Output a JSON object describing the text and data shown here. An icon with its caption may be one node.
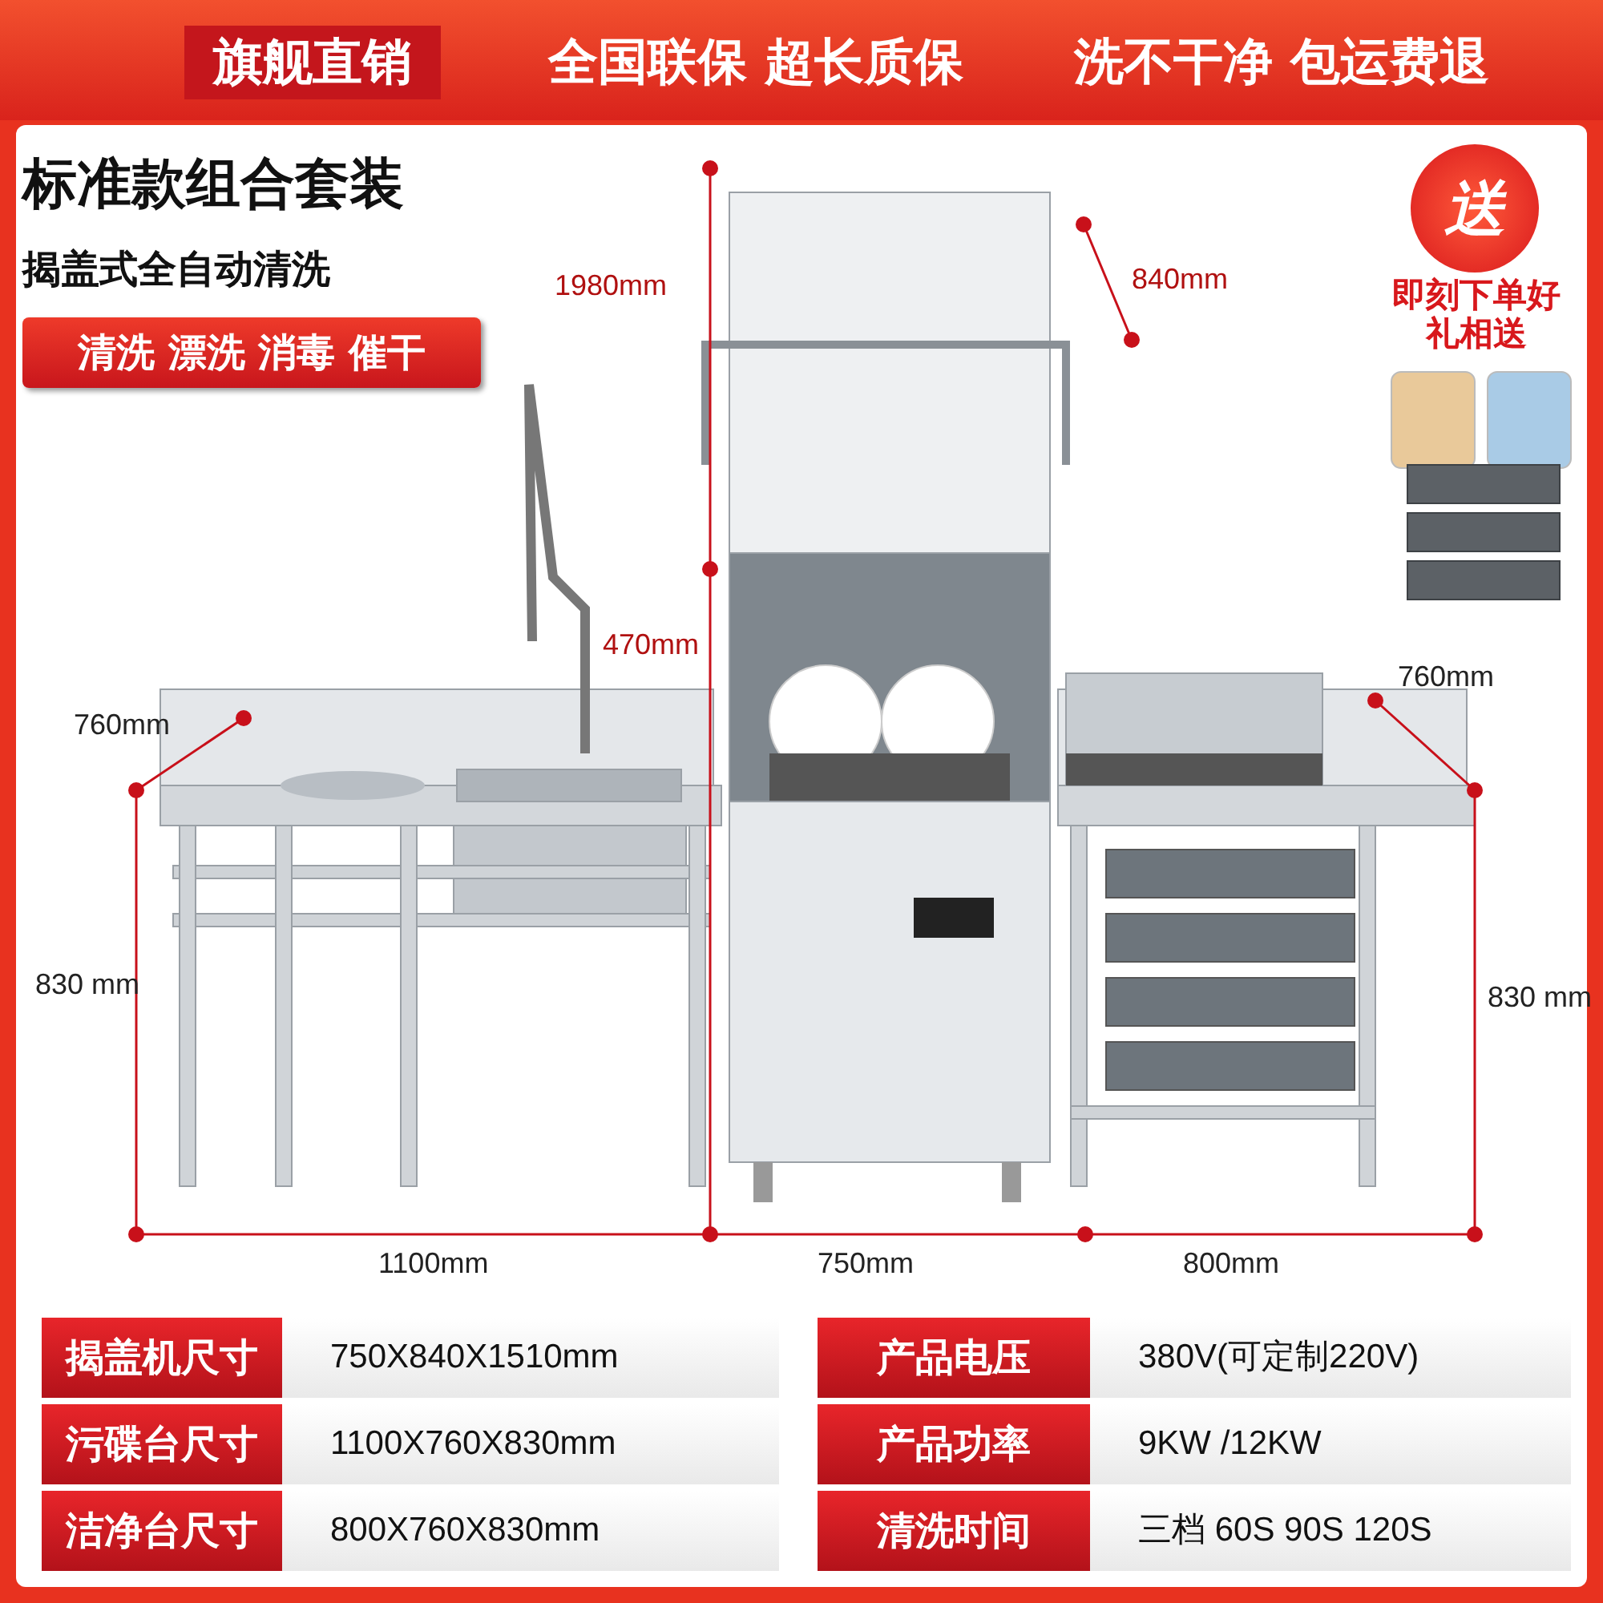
{
  "diagram": {
    "nodes": [
      {
        "text": [
          "旗舰直销",
          "全国联保 超长质保",
          "洗不干净 包运费退"
        ]
      },
      {
        "text": [
          "清洗 漂洗 消毒 催干"
        ]
      },
      {
        "text": [
          "送"
        ]
      }
    ],
    "labels": [
      "标准款组合套装",
      "揭盖式全自动清洗",
      "1980mm",
      "840mm",
      "470mm",
      "760mm",
      "760mm",
      "830 mm",
      "830 mm",
      "1100mm",
      "750mm",
      "800mm",
      "即刻下单好礼相送",
      "揭盖机尺寸",
      "750X840X1510mm",
      "产品电压",
      "380V(可定制220V)",
      "污碟台尺寸",
      "1100X760X830mm",
      "产品功率",
      "9KW /12KW",
      "洁净台尺寸",
      "800X760X830mm",
      "清洗时间",
      "三档  60S  90S 120S"
    ]
  }
}
